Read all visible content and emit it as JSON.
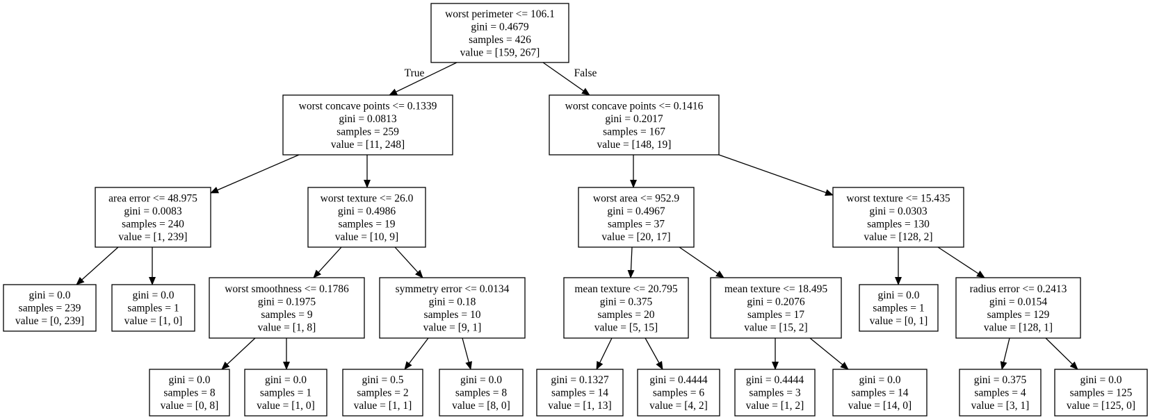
{
  "tree": {
    "nodes": [
      {
        "id": "n0",
        "lines": [
          "worst perimeter <= 106.1",
          "gini = 0.4679",
          "samples = 426",
          "value = [159, 267]"
        ]
      },
      {
        "id": "n1",
        "lines": [
          "worst concave points <= 0.1339",
          "gini = 0.0813",
          "samples = 259",
          "value = [11, 248]"
        ]
      },
      {
        "id": "n2",
        "lines": [
          "worst concave points <= 0.1416",
          "gini = 0.2017",
          "samples = 167",
          "value = [148, 19]"
        ]
      },
      {
        "id": "n3",
        "lines": [
          "area error <= 48.975",
          "gini = 0.0083",
          "samples = 240",
          "value = [1, 239]"
        ]
      },
      {
        "id": "n4",
        "lines": [
          "worst texture <= 26.0",
          "gini = 0.4986",
          "samples = 19",
          "value = [10, 9]"
        ]
      },
      {
        "id": "n5",
        "lines": [
          "worst area <= 952.9",
          "gini = 0.4967",
          "samples = 37",
          "value = [20, 17]"
        ]
      },
      {
        "id": "n6",
        "lines": [
          "worst texture <= 15.435",
          "gini = 0.0303",
          "samples = 130",
          "value = [128, 2]"
        ]
      },
      {
        "id": "n7",
        "lines": [
          "gini = 0.0",
          "samples = 239",
          "value = [0, 239]"
        ]
      },
      {
        "id": "n8",
        "lines": [
          "gini = 0.0",
          "samples = 1",
          "value = [1, 0]"
        ]
      },
      {
        "id": "n9",
        "lines": [
          "worst smoothness <= 0.1786",
          "gini = 0.1975",
          "samples = 9",
          "value = [1, 8]"
        ]
      },
      {
        "id": "n10",
        "lines": [
          "symmetry error <= 0.0134",
          "gini = 0.18",
          "samples = 10",
          "value = [9, 1]"
        ]
      },
      {
        "id": "n11",
        "lines": [
          "mean texture <= 20.795",
          "gini = 0.375",
          "samples = 20",
          "value = [5, 15]"
        ]
      },
      {
        "id": "n12",
        "lines": [
          "mean texture <= 18.495",
          "gini = 0.2076",
          "samples = 17",
          "value = [15, 2]"
        ]
      },
      {
        "id": "n13",
        "lines": [
          "gini = 0.0",
          "samples = 1",
          "value = [0, 1]"
        ]
      },
      {
        "id": "n14",
        "lines": [
          "radius error <= 0.2413",
          "gini = 0.0154",
          "samples = 129",
          "value = [128, 1]"
        ]
      },
      {
        "id": "n15",
        "lines": [
          "gini = 0.0",
          "samples = 8",
          "value = [0, 8]"
        ]
      },
      {
        "id": "n16",
        "lines": [
          "gini = 0.0",
          "samples = 1",
          "value = [1, 0]"
        ]
      },
      {
        "id": "n17",
        "lines": [
          "gini = 0.5",
          "samples = 2",
          "value = [1, 1]"
        ]
      },
      {
        "id": "n18",
        "lines": [
          "gini = 0.0",
          "samples = 8",
          "value = [8, 0]"
        ]
      },
      {
        "id": "n19",
        "lines": [
          "gini = 0.1327",
          "samples = 14",
          "value = [1, 13]"
        ]
      },
      {
        "id": "n20",
        "lines": [
          "gini = 0.4444",
          "samples = 6",
          "value = [4, 2]"
        ]
      },
      {
        "id": "n21",
        "lines": [
          "gini = 0.4444",
          "samples = 3",
          "value = [1, 2]"
        ]
      },
      {
        "id": "n22",
        "lines": [
          "gini = 0.0",
          "samples = 14",
          "value = [14, 0]"
        ]
      },
      {
        "id": "n23",
        "lines": [
          "gini = 0.375",
          "samples = 4",
          "value = [3, 1]"
        ]
      },
      {
        "id": "n24",
        "lines": [
          "gini = 0.0",
          "samples = 125",
          "value = [125, 0]"
        ]
      }
    ],
    "edges": [
      {
        "from": "n0",
        "to": "n1",
        "label": "True"
      },
      {
        "from": "n0",
        "to": "n2",
        "label": "False"
      },
      {
        "from": "n1",
        "to": "n3"
      },
      {
        "from": "n1",
        "to": "n4"
      },
      {
        "from": "n2",
        "to": "n5"
      },
      {
        "from": "n2",
        "to": "n6"
      },
      {
        "from": "n3",
        "to": "n7"
      },
      {
        "from": "n3",
        "to": "n8"
      },
      {
        "from": "n4",
        "to": "n9"
      },
      {
        "from": "n4",
        "to": "n10"
      },
      {
        "from": "n5",
        "to": "n11"
      },
      {
        "from": "n5",
        "to": "n12"
      },
      {
        "from": "n6",
        "to": "n13"
      },
      {
        "from": "n6",
        "to": "n14"
      },
      {
        "from": "n9",
        "to": "n15"
      },
      {
        "from": "n9",
        "to": "n16"
      },
      {
        "from": "n10",
        "to": "n17"
      },
      {
        "from": "n10",
        "to": "n18"
      },
      {
        "from": "n11",
        "to": "n19"
      },
      {
        "from": "n11",
        "to": "n20"
      },
      {
        "from": "n12",
        "to": "n21"
      },
      {
        "from": "n12",
        "to": "n22"
      },
      {
        "from": "n14",
        "to": "n23"
      },
      {
        "from": "n14",
        "to": "n24"
      }
    ]
  }
}
